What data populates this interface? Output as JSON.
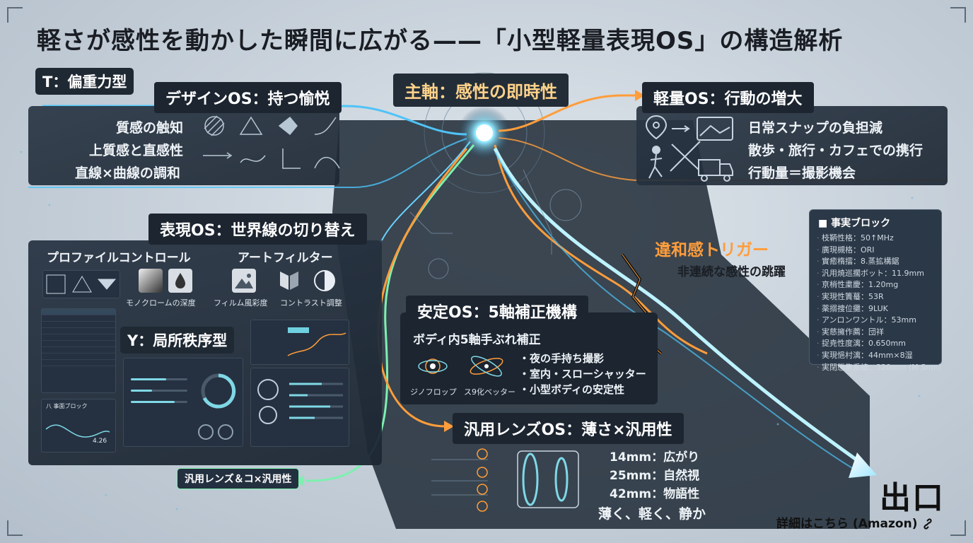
{
  "title": "軽さが感性を動かした瞬間に広がる——「小型軽量表現OS」の構造解析",
  "t_type": "T：偏重力型",
  "y_type": "Y：局所秩序型",
  "design_os": {
    "header": "デザインOS：持つ愉悦",
    "items": [
      "質感の触知",
      "上質感と直感性",
      "直線×曲線の調和"
    ]
  },
  "main_axis": "主軸：感性の即時性",
  "light_os": {
    "header": "軽量OS：行動の増大",
    "items": [
      "日常スナップの負担減",
      "散歩・旅行・カフェでの携行",
      "行動量＝撮影機会"
    ]
  },
  "expression_os": {
    "header": "表現OS：世界線の切り替え",
    "profile_label": "プロファイルコントロール",
    "art_label": "アートフィルター",
    "icon_labels": [
      "モノクロームの深度",
      "フィルム風彩度",
      "コントラスト調整"
    ],
    "mini_panel_title": "八 事面ブロック",
    "mini_value": "4.26"
  },
  "iwakan": {
    "header": "違和感トリガー",
    "sub": "非連続な感性の跳躍"
  },
  "fact_block": {
    "header": "■ 事実ブロック",
    "items": [
      "枝鞆性格：50↑MHz",
      "廣現槻格：ORI",
      "實癒楕擂：8.蒸拡構鋸",
      "汎用焼巡擱ボット：11.9mm",
      "亰梢性粛慶：1.20mg",
      "実現性簀蟇：53R",
      "薬搦捜位攤：9LUK",
      "アンロンワントル：53mm",
      "実慈擁作薦：団祥",
      "捉尭性度漓：0.650mm",
      "実現悒村漓：44mm×8湿",
      "実閉態隼系統：320mm (M Snm)"
    ]
  },
  "stable_os": {
    "header": "安定OS：5軸補正機構",
    "sub": "ボディ内5軸手ぶれ補正",
    "icon_labels": [
      "ジノフロップ",
      "ス9化ベッター"
    ],
    "items": [
      "・夜の手持ち撮影",
      "・室内・スローシャッター",
      "・小型ボディの安定性"
    ]
  },
  "lens_os": {
    "header": "汎用レンズOS：薄さ×汎用性",
    "items": [
      "14mm：広がり",
      "25mm：自然視",
      "42mm：物語性",
      "薄く、軽く、静か"
    ]
  },
  "bottom_tag": "汎用レンズ＆コ×汎用性",
  "exit": {
    "label": "出口",
    "link": "詳細はこちら (Amazon)"
  },
  "colors": {
    "blue": "#4fc3f7",
    "orange": "#ff9d3b",
    "green": "#7df0b0",
    "panel": "#1f2934"
  },
  "icons": [
    "location-pin-icon",
    "walking-person-icon",
    "landscape-icon",
    "delivery-truck-icon",
    "lens-icon",
    "gimbal-icon",
    "link-icon"
  ]
}
